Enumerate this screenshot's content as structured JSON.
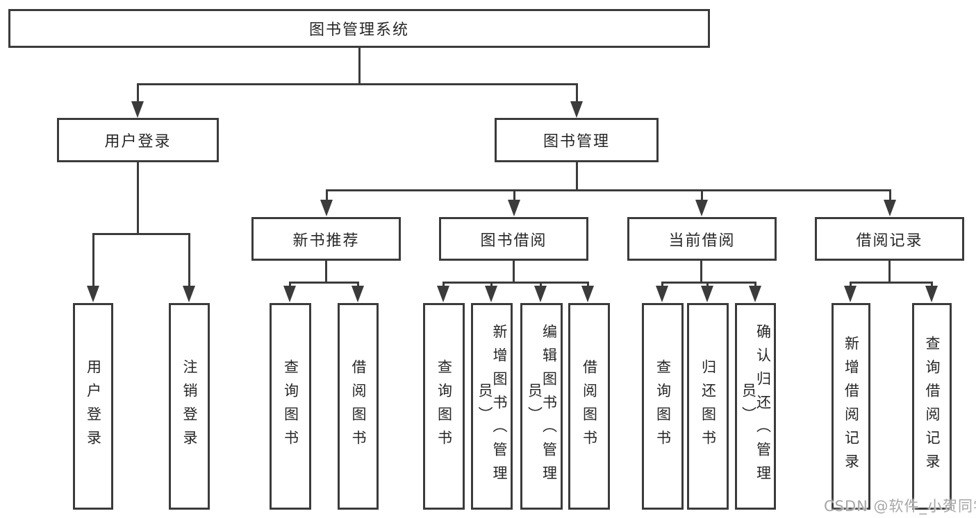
{
  "colors": {
    "line": "#3b3b3b",
    "box_border": "#3b3b3b",
    "text": "#262626",
    "background": "#ffffff",
    "watermark": "#a6a6a6"
  },
  "diagram": {
    "type": "tree",
    "root": {
      "label": "图书管理系统",
      "children": [
        {
          "label": "用户登录",
          "children": [
            {
              "label": "用户登录"
            },
            {
              "label": "注销登录"
            }
          ]
        },
        {
          "label": "图书管理",
          "children": [
            {
              "label": "新书推荐",
              "children": [
                {
                  "label": "查询图书"
                },
                {
                  "label": "借阅图书"
                }
              ]
            },
            {
              "label": "图书借阅",
              "children": [
                {
                  "label": "查询图书"
                },
                {
                  "label": "新增图书（管理员）"
                },
                {
                  "label": "编辑图书（管理员）"
                },
                {
                  "label": "借阅图书"
                }
              ]
            },
            {
              "label": "当前借阅",
              "children": [
                {
                  "label": "查询图书"
                },
                {
                  "label": "归还图书"
                },
                {
                  "label": "确认归还（管理员）"
                }
              ]
            },
            {
              "label": "借阅记录",
              "children": [
                {
                  "label": "新增借阅记录"
                },
                {
                  "label": "查询借阅记录"
                }
              ]
            }
          ]
        }
      ]
    }
  },
  "watermark": {
    "text": "CSDN @软件_小贺同学"
  }
}
